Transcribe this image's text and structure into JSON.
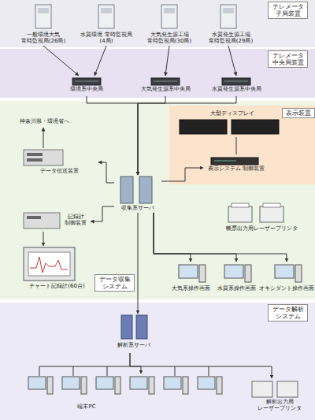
{
  "diagram": {
    "nodes": [
      {
        "text": [
          "テレメータ 子局装置"
        ]
      },
      {
        "text": [
          "一般環境大気 常時監視局(26局)"
        ],
        "in": 0
      },
      {
        "text": [
          "水質環境 常時監視局(4局)"
        ],
        "in": 0
      },
      {
        "text": [
          "大気発生源工場 常時監視局(30局)"
        ],
        "in": 0
      },
      {
        "text": [
          "水質発生源工場 常時監視局(29局)"
        ],
        "in": 0
      },
      {
        "text": [
          "テレメータ 中央局装置"
        ]
      },
      {
        "text": [
          "環境系中央局"
        ],
        "in": 5
      },
      {
        "text": [
          "大気発生源系中央局"
        ],
        "in": 5
      },
      {
        "text": [
          "水質発生源系中央局"
        ],
        "in": 5
      },
      {
        "text": [
          "データ収集 システム"
        ]
      },
      {
        "text": [
          "表示装置"
        ],
        "in": 9
      },
      {
        "text": [
          "大型ディスプレイ"
        ],
        "in": 10
      },
      {
        "text": [
          "表示システム 制御装置"
        ],
        "in": 10
      },
      {
        "text": [
          "データ伝送装置"
        ],
        "in": 9
      },
      {
        "text": [
          "収集系サーバ"
        ],
        "in": 9
      },
      {
        "text": [
          "帳票出力用レーザープリンタ"
        ],
        "in": 9
      },
      {
        "text": [
          "記録計 制御装置"
        ],
        "in": 9
      },
      {
        "text": [
          "チャート記録計(60台)"
        ],
        "in": 9
      },
      {
        "text": [
          "大気系操作画面"
        ],
        "in": 9
      },
      {
        "text": [
          "水質系操作画面"
        ],
        "in": 9
      },
      {
        "text": [
          "オキシダント操作画面"
        ],
        "in": 9
      },
      {
        "text": [
          "データ解析 システム"
        ]
      },
      {
        "text": [
          "解析系サーバ"
        ],
        "in": 21
      },
      {
        "text": [
          "端末PC"
        ],
        "in": 21
      },
      {
        "text": [
          "解析出力用 レーザープリンタ"
        ],
        "in": 21
      }
    ],
    "edges": [
      {
        "from": 1,
        "to": 6,
        "arrow": "to"
      },
      {
        "from": 2,
        "to": 6,
        "arrow": "to"
      },
      {
        "from": 3,
        "to": 7,
        "arrow": "to"
      },
      {
        "from": 4,
        "to": 8,
        "arrow": "to"
      },
      {
        "from": 6,
        "to": 14,
        "arrow": "to"
      },
      {
        "from": 7,
        "to": 14,
        "arrow": "to"
      },
      {
        "from": 8,
        "to": 14,
        "arrow": "to"
      },
      {
        "from": 14,
        "to": 13,
        "arrow": "to"
      },
      {
        "from": 14,
        "to": 16,
        "arrow": "to"
      },
      {
        "from": 16,
        "to": 17,
        "arrow": "to"
      },
      {
        "from": 14,
        "to": 12,
        "arrow": "to"
      },
      {
        "from": 12,
        "to": 11,
        "arrow": "none"
      },
      {
        "from": 14,
        "to": 18,
        "arrow": "to"
      },
      {
        "from": 14,
        "to": 19,
        "arrow": "to"
      },
      {
        "from": 14,
        "to": 20,
        "arrow": "to"
      },
      {
        "from": 14,
        "to": 22,
        "arrow": "to"
      },
      {
        "from": 22,
        "to": 23,
        "arrow": "to"
      },
      {
        "from": 22,
        "to": 24,
        "arrow": "to"
      }
    ],
    "labels": [
      "神奈川県・環境省へ"
    ]
  }
}
